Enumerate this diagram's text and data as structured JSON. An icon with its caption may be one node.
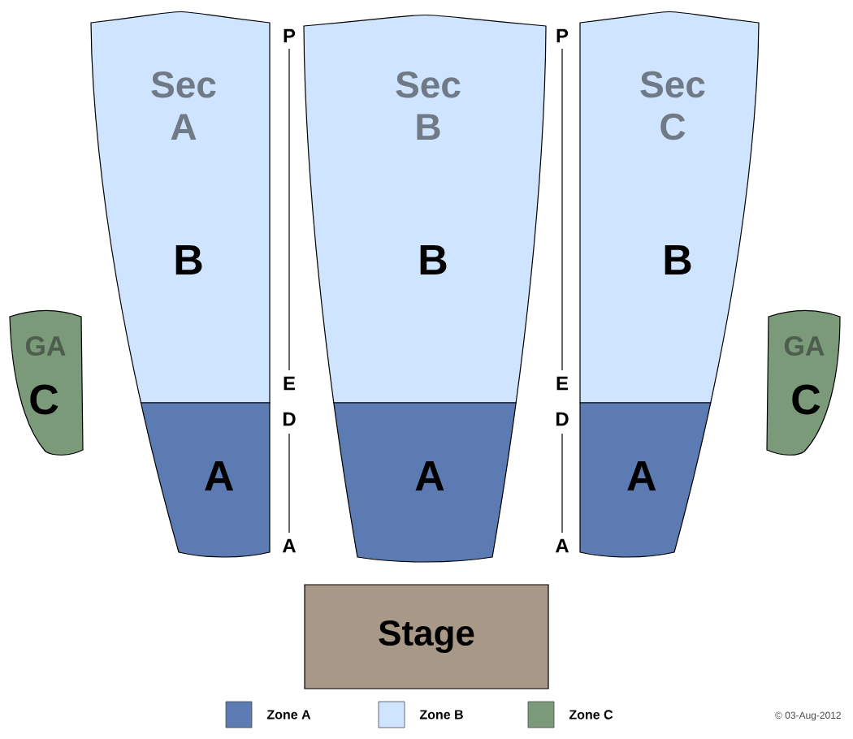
{
  "diagram": {
    "nodes": [
      {
        "text": [
          "Sec A",
          "B"
        ]
      },
      {
        "text": [
          "A"
        ]
      },
      {
        "text": [
          "Sec B",
          "B"
        ]
      },
      {
        "text": [
          "A"
        ]
      },
      {
        "text": [
          "Sec C",
          "B"
        ]
      },
      {
        "text": [
          "A"
        ]
      },
      {
        "text": [
          "GA",
          "C"
        ]
      },
      {
        "text": [
          "GA",
          "C"
        ]
      },
      {
        "text": [
          "Stage"
        ]
      }
    ],
    "edges": [],
    "labels": [
      "P",
      "E",
      "D",
      "A",
      "P",
      "E",
      "D",
      "A",
      "© 03-Aug-2012"
    ],
    "legend": [
      {
        "text": "Zone A",
        "color": "#5b7bb2"
      },
      {
        "text": "Zone B",
        "color": "#cfe4fe"
      },
      {
        "text": "Zone C",
        "color": "#7a9a7a"
      }
    ]
  }
}
